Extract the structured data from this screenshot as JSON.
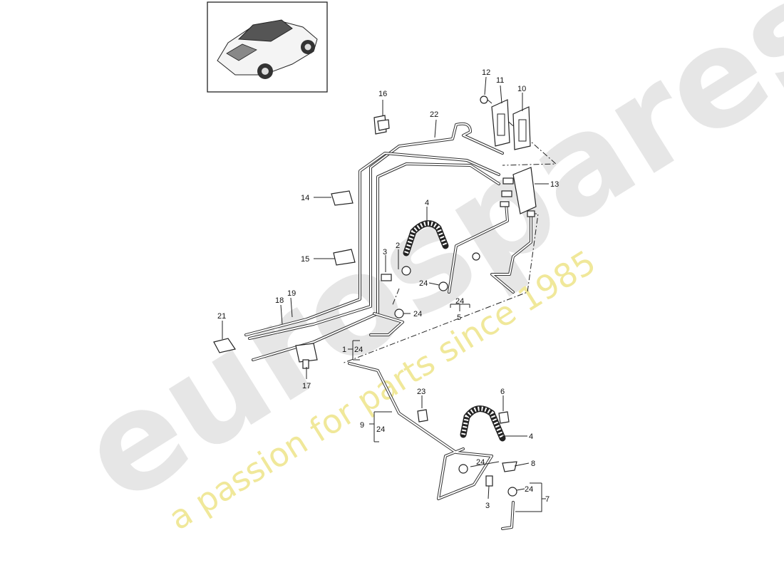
{
  "watermark": {
    "brand": "eurospares",
    "tagline": "a passion for parts since 1985"
  },
  "labels": {
    "l1": "1",
    "l1b": "24",
    "l2": "2",
    "l3a": "3",
    "l3b": "3",
    "l4a": "4",
    "l4b": "4",
    "l5": "5",
    "l5b": "24",
    "l6": "6",
    "l7": "7",
    "l7b": "24",
    "l8": "8",
    "l9": "9",
    "l9b": "24",
    "l10": "10",
    "l11": "11",
    "l12": "12",
    "l13": "13",
    "l14": "14",
    "l15": "15",
    "l16": "16",
    "l17": "17",
    "l18": "18",
    "l19": "19",
    "l21": "21",
    "l22": "22",
    "l23": "23",
    "l24a": "24",
    "l24b": "24",
    "l24c": "24",
    "l24d": "24"
  },
  "colors": {
    "watermark_gray": "#e6e6e6",
    "watermark_yellow": "#f0e89a",
    "line": "#222222"
  }
}
